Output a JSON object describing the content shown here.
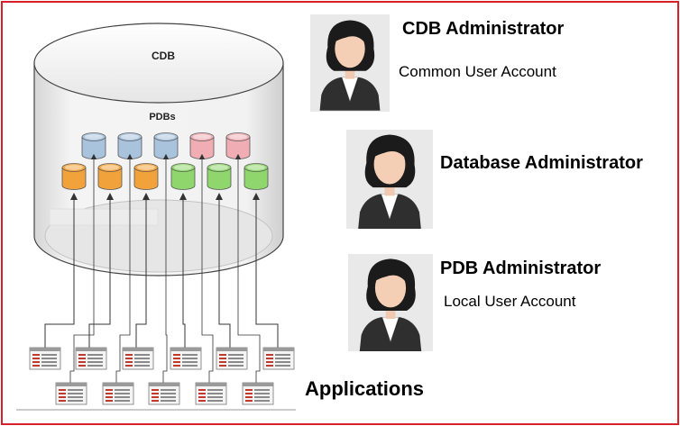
{
  "diagram": {
    "cdb_label": "CDB",
    "pdbs_label": "PDBs",
    "applications_label": "Applications"
  },
  "colors": {
    "frame": "#d8202a",
    "pdb_blue": "#a9c3dd",
    "pdb_pink": "#f0aeb4",
    "app_orange": "#f2a23a",
    "app_green": "#8fd66c"
  },
  "pdb_rows": {
    "top": [
      "blue",
      "blue",
      "blue",
      "pink",
      "pink"
    ],
    "bottom": [
      "orange",
      "orange",
      "orange",
      "green",
      "green",
      "green"
    ]
  },
  "admins": [
    {
      "title": "CDB Administrator",
      "subtitle": "Common User Account",
      "icon": "administrator-avatar-icon"
    },
    {
      "title": "Database Administrator",
      "subtitle": "",
      "icon": "administrator-avatar-icon"
    },
    {
      "title": "PDB Administrator",
      "subtitle": "Local User Account",
      "icon": "administrator-avatar-icon"
    }
  ]
}
